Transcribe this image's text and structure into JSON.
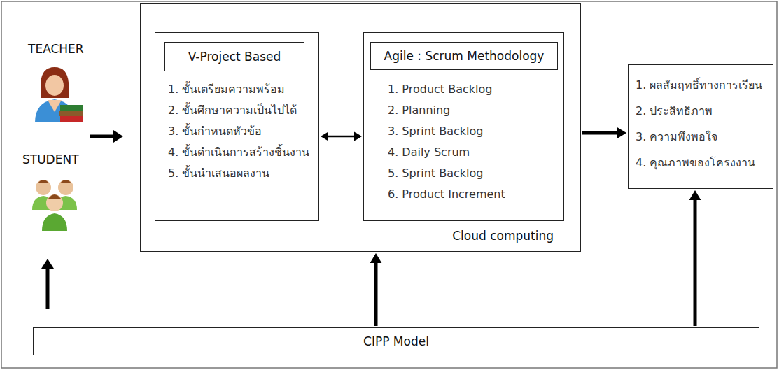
{
  "diagram": {
    "nodes": [
      {
        "text": [
          "Cloud computing"
        ]
      },
      {
        "text": [
          "1. ขั้นเตรียมความพร้อม",
          "2. ขั้นศึกษาความเป็นไปได้",
          "3. ขั้นกำหนดหัวข้อ",
          "4. ขั้นดำเนินการสร้างชิ้นงาน",
          "5. ขั้นนำเสนอผลงาน"
        ],
        "in": 0
      },
      {
        "text": [
          "V-Project Based"
        ],
        "in": 1
      },
      {
        "text": [
          "1. Product Backlog",
          "2. Planning",
          "3. Sprint Backlog",
          "4. Daily Scrum",
          "5. Sprint Backlog",
          "6. Product Increment"
        ],
        "in": 0
      },
      {
        "text": [
          "Agile : Scrum Methodology"
        ],
        "in": 3
      },
      {
        "text": [
          "1. ผลสัมฤทธิ์ทางการเรียน",
          "2. ประสิทธิภาพ",
          "3. ความพึงพอใจ",
          "4. คุณภาพของโครงงาน"
        ]
      },
      {
        "text": [
          "CIPP Model"
        ]
      }
    ],
    "edges": [
      {
        "from": 1,
        "to": 3,
        "arrow": "both"
      },
      {
        "from": 0,
        "to": 5,
        "arrow": "to"
      },
      {
        "from": 6,
        "to": 0,
        "arrow": "to"
      },
      {
        "from": 6,
        "to": 5,
        "arrow": "to"
      }
    ],
    "labels": [
      "TEACHER",
      "STUDENT"
    ]
  }
}
